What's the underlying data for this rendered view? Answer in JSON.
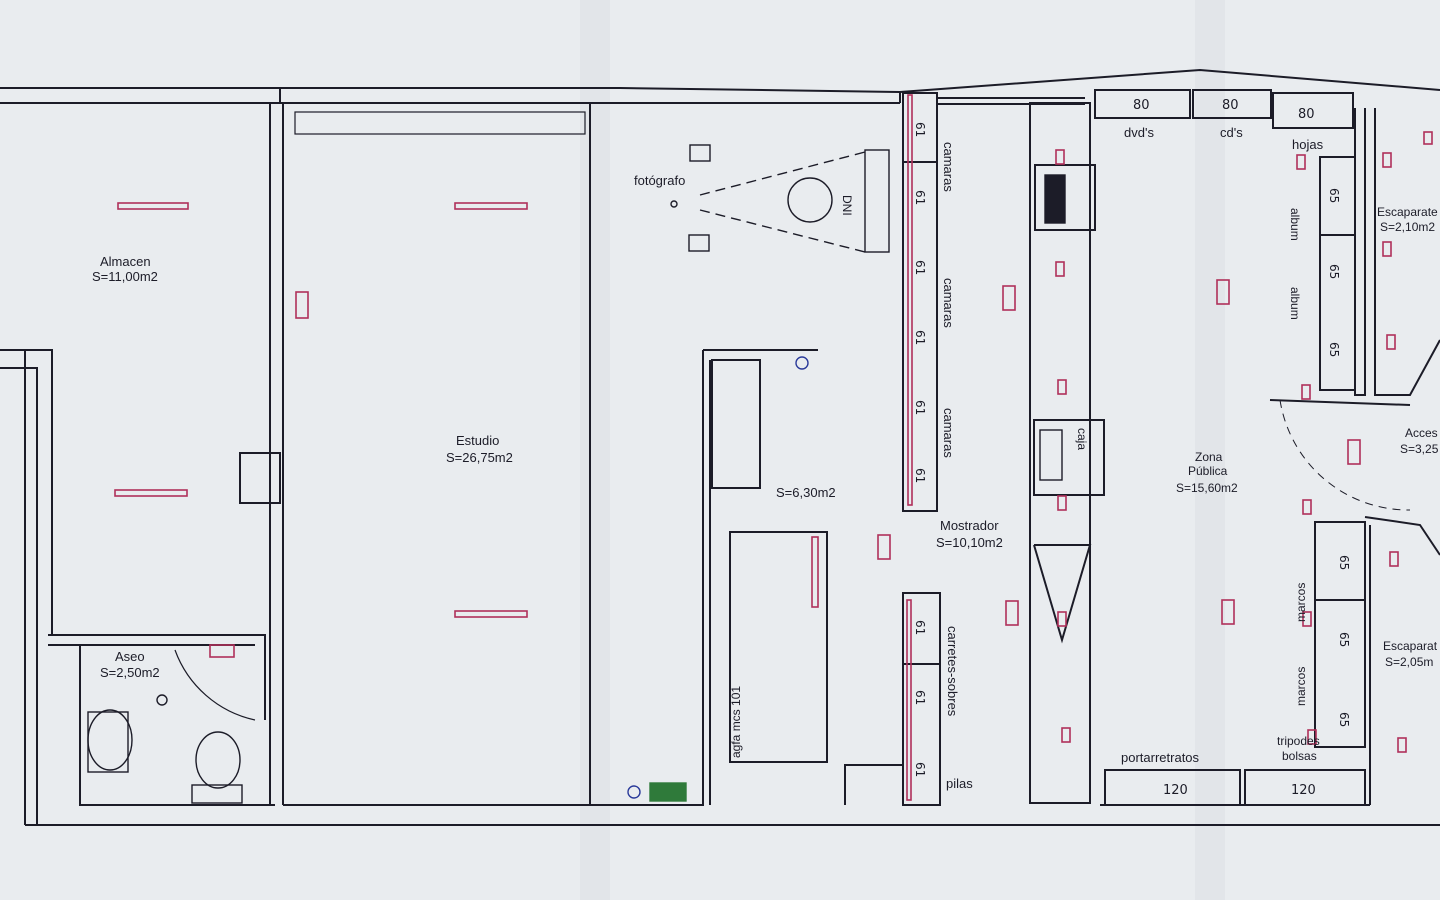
{
  "rooms": {
    "almacen": {
      "name": "Almacen",
      "area": "S=11,00m2"
    },
    "estudio": {
      "name": "Estudio",
      "area": "S=26,75m2"
    },
    "aseo": {
      "name": "Aseo",
      "area": "S=2,50m2"
    },
    "lab": {
      "area": "S=6,30m2"
    },
    "mostrador": {
      "name": "Mostrador",
      "area": "S=10,10m2"
    },
    "zona_publica": {
      "name1": "Zona",
      "name2": "Pública",
      "area": "S=15,60m2"
    },
    "escaparate1": {
      "name": "Escaparate",
      "area": "S=2,10m2"
    },
    "acceso": {
      "name": "Acces",
      "area": "S=3,25"
    },
    "escaparate2": {
      "name": "Escaparat",
      "area": "S=2,05m"
    }
  },
  "labels": {
    "fotografo": "fotógrafo",
    "dni": "DNI",
    "camaras": "camaras",
    "carretes_sobres": "carretes-sobres",
    "pilas": "pilas",
    "caja": "caja",
    "agfa": "agfa mcs 101",
    "dvds": "dvd's",
    "cds": "cd's",
    "hojas": "hojas",
    "album": "album",
    "marcos": "marcos",
    "portarretratos": "portarretratos",
    "tripodes": "tripodes",
    "bolsas": "bolsas"
  },
  "dims": {
    "d80a": "80",
    "d80b": "80",
    "d80c": "80",
    "d120a": "120",
    "d120b": "120",
    "shelf": "61",
    "shelf_right": "65"
  },
  "colors": {
    "wall": "#1c1c28",
    "fixture": "#b0305a",
    "paper": "#e9ecef",
    "line": "#3a3a48"
  }
}
